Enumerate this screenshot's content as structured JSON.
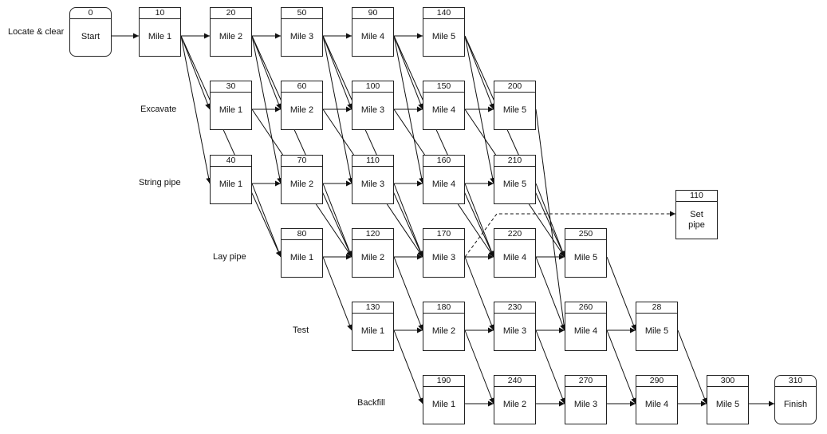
{
  "row_labels": [
    {
      "key": "locate",
      "text": "Locate & clear"
    },
    {
      "key": "excavate",
      "text": "Excavate"
    },
    {
      "key": "string",
      "text": "String pipe"
    },
    {
      "key": "lay",
      "text": "Lay pipe"
    },
    {
      "key": "test",
      "text": "Test"
    },
    {
      "key": "backfill",
      "text": "Backfill"
    }
  ],
  "nodes": [
    {
      "key": "n0",
      "id": "0",
      "label": "Start"
    },
    {
      "key": "n10",
      "id": "10",
      "label": "Mile 1"
    },
    {
      "key": "n20",
      "id": "20",
      "label": "Mile 2"
    },
    {
      "key": "n50",
      "id": "50",
      "label": "Mile 3"
    },
    {
      "key": "n90",
      "id": "90",
      "label": "Mile 4"
    },
    {
      "key": "n140",
      "id": "140",
      "label": "Mile 5"
    },
    {
      "key": "n30",
      "id": "30",
      "label": "Mile 1"
    },
    {
      "key": "n60",
      "id": "60",
      "label": "Mile 2"
    },
    {
      "key": "n100",
      "id": "100",
      "label": "Mile 3"
    },
    {
      "key": "n150",
      "id": "150",
      "label": "Mile 4"
    },
    {
      "key": "n200",
      "id": "200",
      "label": "Mile 5"
    },
    {
      "key": "n40",
      "id": "40",
      "label": "Mile 1"
    },
    {
      "key": "n70",
      "id": "70",
      "label": "Mile 2"
    },
    {
      "key": "n110",
      "id": "110",
      "label": "Mile 3"
    },
    {
      "key": "n160",
      "id": "160",
      "label": "Mile 4"
    },
    {
      "key": "n210",
      "id": "210",
      "label": "Mile 5"
    },
    {
      "key": "n80",
      "id": "80",
      "label": "Mile 1"
    },
    {
      "key": "n120",
      "id": "120",
      "label": "Mile 2"
    },
    {
      "key": "n170",
      "id": "170",
      "label": "Mile 3"
    },
    {
      "key": "n220",
      "id": "220",
      "label": "Mile 4"
    },
    {
      "key": "n250",
      "id": "250",
      "label": "Mile 5"
    },
    {
      "key": "nset",
      "id": "110",
      "label": "Set pipe"
    },
    {
      "key": "n130",
      "id": "130",
      "label": "Mile 1"
    },
    {
      "key": "n180",
      "id": "180",
      "label": "Mile 2"
    },
    {
      "key": "n230",
      "id": "230",
      "label": "Mile 3"
    },
    {
      "key": "n260",
      "id": "260",
      "label": "Mile 4"
    },
    {
      "key": "n280",
      "id": "28",
      "label": "Mile 5"
    },
    {
      "key": "n190",
      "id": "190",
      "label": "Mile 1"
    },
    {
      "key": "n240",
      "id": "240",
      "label": "Mile 2"
    },
    {
      "key": "n270",
      "id": "270",
      "label": "Mile 3"
    },
    {
      "key": "n290",
      "id": "290",
      "label": "Mile 4"
    },
    {
      "key": "n300",
      "id": "300",
      "label": "Mile 5"
    },
    {
      "key": "n310",
      "id": "310",
      "label": "Finish"
    }
  ],
  "edges": [
    [
      "n0",
      "n10"
    ],
    [
      "n10",
      "n20"
    ],
    [
      "n20",
      "n50"
    ],
    [
      "n50",
      "n90"
    ],
    [
      "n90",
      "n140"
    ],
    [
      "n10",
      "n30"
    ],
    [
      "n10",
      "n40"
    ],
    [
      "n10",
      "n80"
    ],
    [
      "n20",
      "n60"
    ],
    [
      "n20",
      "n70"
    ],
    [
      "n20",
      "n120"
    ],
    [
      "n50",
      "n100"
    ],
    [
      "n50",
      "n110"
    ],
    [
      "n50",
      "n170"
    ],
    [
      "n90",
      "n150"
    ],
    [
      "n90",
      "n160"
    ],
    [
      "n90",
      "n220"
    ],
    [
      "n140",
      "n200"
    ],
    [
      "n140",
      "n210"
    ],
    [
      "n140",
      "n250"
    ],
    [
      "n30",
      "n60"
    ],
    [
      "n60",
      "n100"
    ],
    [
      "n100",
      "n150"
    ],
    [
      "n150",
      "n200"
    ],
    [
      "n30",
      "n120"
    ],
    [
      "n60",
      "n170"
    ],
    [
      "n100",
      "n220"
    ],
    [
      "n150",
      "n250"
    ],
    [
      "n40",
      "n70"
    ],
    [
      "n70",
      "n110"
    ],
    [
      "n110",
      "n160"
    ],
    [
      "n160",
      "n210"
    ],
    [
      "n40",
      "n80"
    ],
    [
      "n70",
      "n120"
    ],
    [
      "n110",
      "n170"
    ],
    [
      "n160",
      "n220"
    ],
    [
      "n210",
      "n250"
    ],
    [
      "n80",
      "n120"
    ],
    [
      "n120",
      "n170"
    ],
    [
      "n170",
      "n220"
    ],
    [
      "n220",
      "n250"
    ],
    [
      "n80",
      "n130"
    ],
    [
      "n120",
      "n180"
    ],
    [
      "n170",
      "n230"
    ],
    [
      "n220",
      "n260"
    ],
    [
      "n250",
      "n280"
    ],
    [
      "n130",
      "n180"
    ],
    [
      "n180",
      "n230"
    ],
    [
      "n230",
      "n260"
    ],
    [
      "n260",
      "n280"
    ],
    [
      "n130",
      "n190"
    ],
    [
      "n180",
      "n240"
    ],
    [
      "n230",
      "n270"
    ],
    [
      "n260",
      "n290"
    ],
    [
      "n280",
      "n300"
    ],
    [
      "n200",
      "n260"
    ],
    [
      "n190",
      "n240"
    ],
    [
      "n240",
      "n270"
    ],
    [
      "n270",
      "n290"
    ],
    [
      "n290",
      "n300"
    ],
    [
      "n300",
      "n310"
    ]
  ],
  "dashed_edges": [
    [
      "n170",
      "nset"
    ]
  ]
}
